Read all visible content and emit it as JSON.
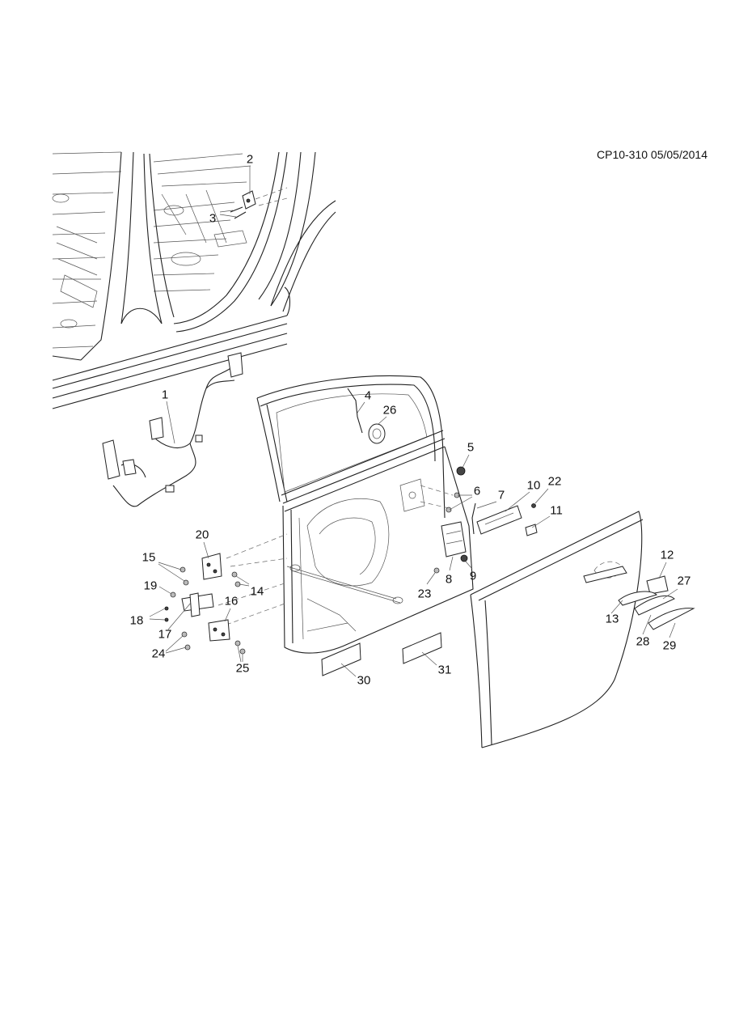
{
  "document_id": "CP10-310 05/05/2014",
  "callouts": [
    {
      "id": "1",
      "label": "1"
    },
    {
      "id": "2",
      "label": "2"
    },
    {
      "id": "3",
      "label": "3"
    },
    {
      "id": "4",
      "label": "4"
    },
    {
      "id": "5",
      "label": "5"
    },
    {
      "id": "6",
      "label": "6"
    },
    {
      "id": "7",
      "label": "7"
    },
    {
      "id": "8",
      "label": "8"
    },
    {
      "id": "9",
      "label": "9"
    },
    {
      "id": "10",
      "label": "10"
    },
    {
      "id": "11",
      "label": "11"
    },
    {
      "id": "12",
      "label": "12"
    },
    {
      "id": "13",
      "label": "13"
    },
    {
      "id": "14",
      "label": "14"
    },
    {
      "id": "15",
      "label": "15"
    },
    {
      "id": "16",
      "label": "16"
    },
    {
      "id": "17",
      "label": "17"
    },
    {
      "id": "18",
      "label": "18"
    },
    {
      "id": "19",
      "label": "19"
    },
    {
      "id": "20",
      "label": "20"
    },
    {
      "id": "22",
      "label": "22"
    },
    {
      "id": "23",
      "label": "23"
    },
    {
      "id": "24",
      "label": "24"
    },
    {
      "id": "25",
      "label": "25"
    },
    {
      "id": "26",
      "label": "26"
    },
    {
      "id": "27",
      "label": "27"
    },
    {
      "id": "28",
      "label": "28"
    },
    {
      "id": "29",
      "label": "29"
    },
    {
      "id": "30",
      "label": "30"
    },
    {
      "id": "31",
      "label": "31"
    }
  ]
}
